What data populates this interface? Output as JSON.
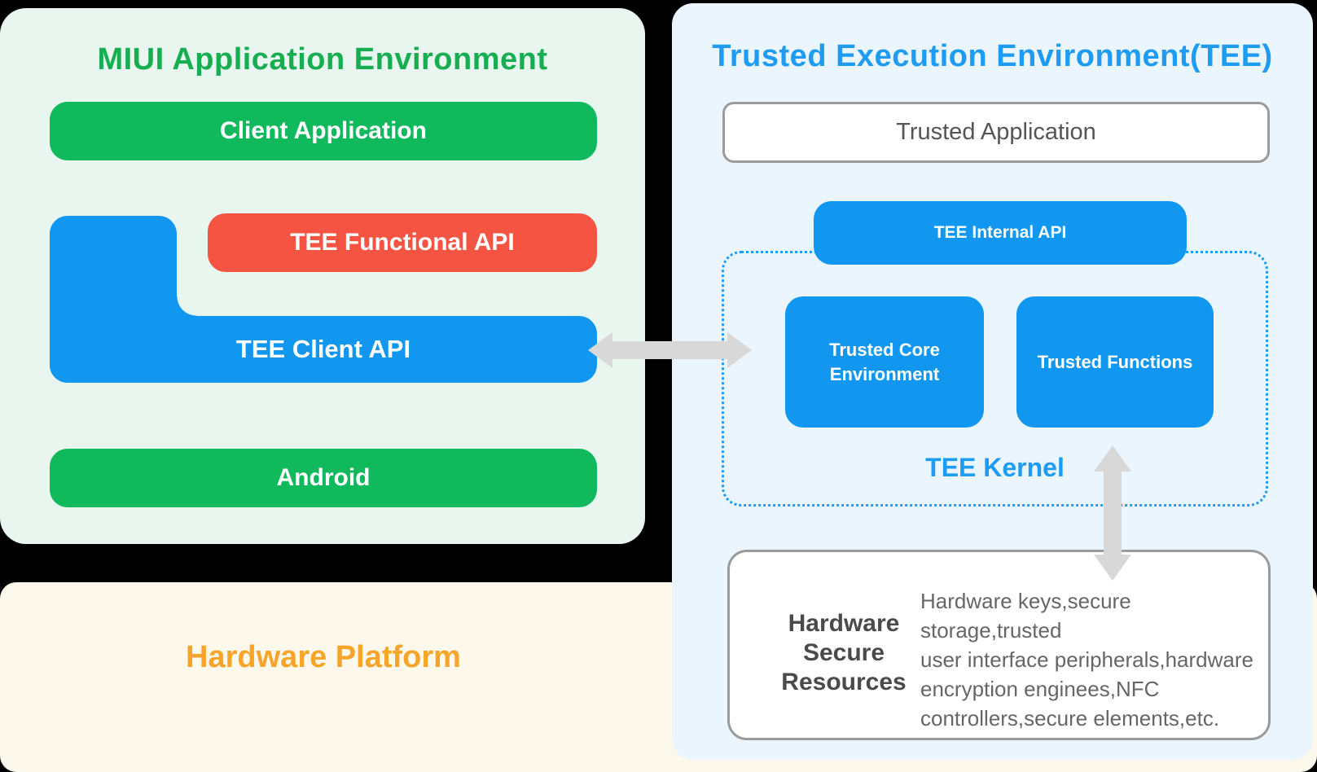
{
  "left_panel": {
    "title": "MIUI Application Environment",
    "boxes": {
      "client_application": "Client Application",
      "tee_functional_api": "TEE Functional API",
      "tee_client_api": "TEE Client API",
      "android": "Android"
    }
  },
  "hardware_platform": {
    "label": "Hardware Platform"
  },
  "right_panel": {
    "title": "Trusted Execution Environment(TEE)",
    "trusted_application": "Trusted Application",
    "tee_internal_api": "TEE Internal API",
    "kernel": {
      "label": "TEE Kernel",
      "trusted_core_environment": {
        "line1": "Trusted Core",
        "line2": "Environment"
      },
      "trusted_functions": "Trusted Functions"
    },
    "resources": {
      "label_lines": [
        "Hardware",
        "Secure",
        "Resources"
      ],
      "text_lines": [
        "Hardware keys,secure storage,trusted",
        "user interface peripherals,hardware",
        "encryption enginees,NFC",
        "controllers,secure elements,etc."
      ]
    }
  },
  "colors": {
    "green_box": "#10B95C",
    "green_title": "#17AE52",
    "blue_box": "#1297F1",
    "blue_title": "#1E9BF3",
    "red_box": "#F55442",
    "orange_text": "#F7A429",
    "left_panel_bg": "#E9F5EF",
    "right_panel_bg": "#EBF5FE",
    "cream_panel_bg": "#FDF8EC",
    "arrow_gray": "#D8D8D8",
    "border_gray": "#9B9B9B",
    "page_bg": "#000000"
  }
}
